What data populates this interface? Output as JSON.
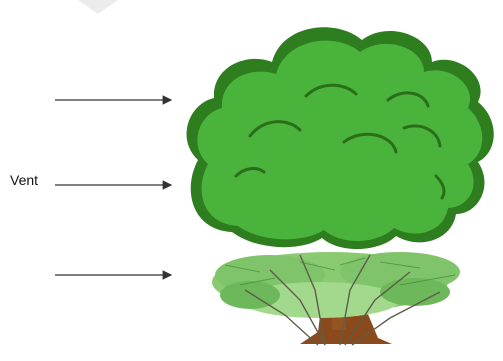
{
  "diagram": {
    "labels": [
      {
        "id": "top",
        "text": ""
      },
      {
        "id": "middle",
        "text": "Vent"
      },
      {
        "id": "bottom",
        "text": ""
      }
    ],
    "colors": {
      "canopy_dark": "#2e7d1e",
      "canopy_light": "#49b33c",
      "canopy_shadow": "#236316",
      "shrub": "#7fc46a",
      "shrub_dark": "#3f8f32",
      "trunk": "#8b4a1c",
      "arrow": "#333333",
      "corner_shape": "#e8e8e8"
    },
    "icons": [
      "tree-canopy-icon",
      "shrub-icon",
      "trunk-icon"
    ]
  }
}
